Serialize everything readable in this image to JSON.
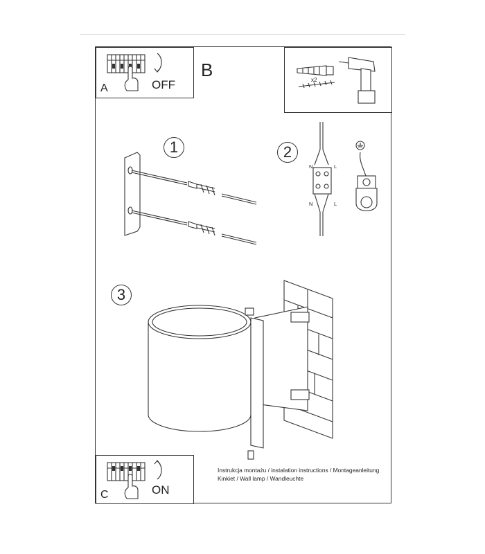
{
  "page": {
    "panel_a": {
      "letter": "A",
      "state": "OFF"
    },
    "panel_b": {
      "letter": "B",
      "quantity": "x2"
    },
    "panel_c": {
      "letter": "C",
      "state": "ON"
    },
    "steps": [
      "1",
      "2",
      "3"
    ],
    "wiring": {
      "neutral": "N",
      "live": "L"
    },
    "instructions": [
      "Instrukcja montażu / instalation instructions / Montageanleitung",
      "Kinkiet / Wall lamp / Wandleuchte"
    ]
  }
}
